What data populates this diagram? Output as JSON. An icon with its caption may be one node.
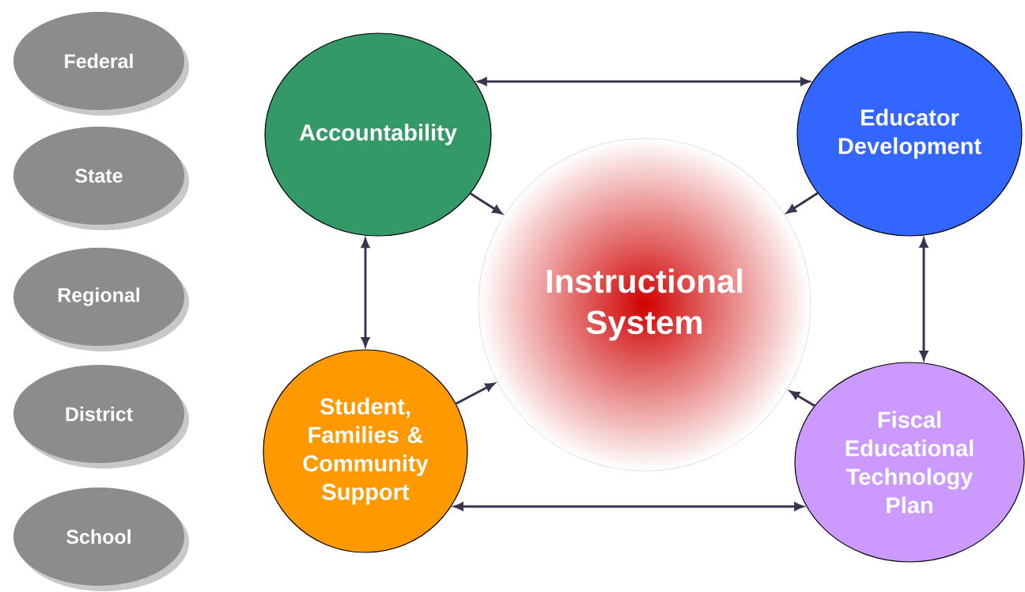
{
  "diagram": {
    "nodes": [
      {
        "text": [
          "Federal"
        ]
      },
      {
        "text": [
          "State"
        ]
      },
      {
        "text": [
          "Regional"
        ]
      },
      {
        "text": [
          "District"
        ]
      },
      {
        "text": [
          "School"
        ]
      },
      {
        "text": [
          "Accountability"
        ]
      },
      {
        "text": [
          "Educator Development"
        ]
      },
      {
        "text": [
          "Instructional System"
        ]
      },
      {
        "text": [
          "Student, Families & Community Support"
        ]
      },
      {
        "text": [
          "Fiscal Educational Technology Plan"
        ]
      }
    ],
    "edges": [
      {
        "from": 5,
        "to": 6,
        "arrow": "both"
      },
      {
        "from": 5,
        "to": 7,
        "arrow": "to"
      },
      {
        "from": 6,
        "to": 7,
        "arrow": "to"
      },
      {
        "from": 5,
        "to": 8,
        "arrow": "both"
      },
      {
        "from": 6,
        "to": 9,
        "arrow": "both"
      },
      {
        "from": 8,
        "to": 7,
        "arrow": "to"
      },
      {
        "from": 9,
        "to": 7,
        "arrow": "to"
      },
      {
        "from": 8,
        "to": 9,
        "arrow": "both"
      }
    ]
  }
}
